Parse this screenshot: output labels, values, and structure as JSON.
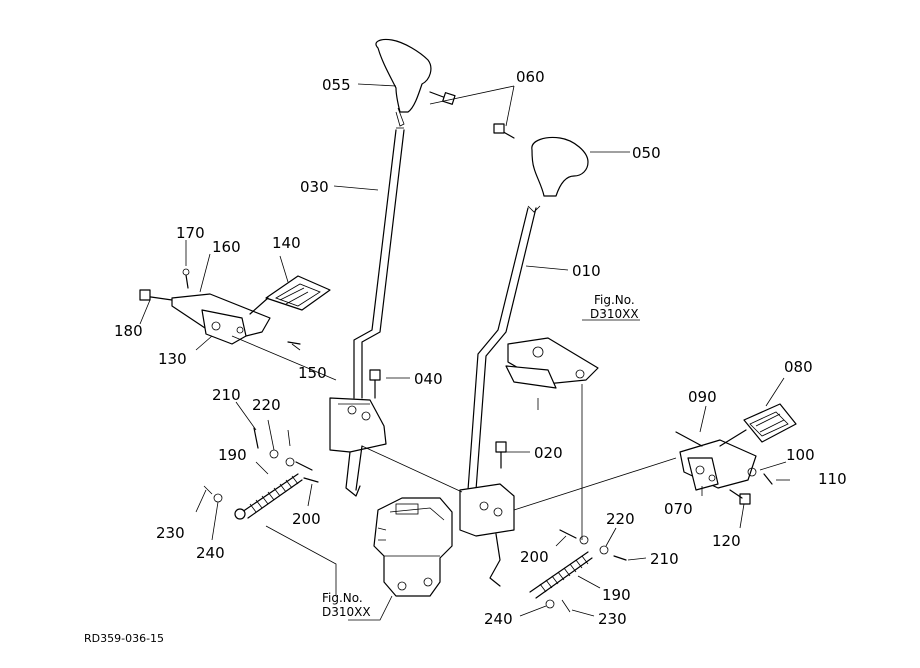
{
  "callouts": [
    "055",
    "060",
    "050",
    "030",
    "010",
    "170",
    "160",
    "140",
    "180",
    "130",
    "150",
    "040",
    "020",
    "210",
    "220",
    "190",
    "200",
    "230",
    "240",
    "080",
    "090",
    "100",
    "110",
    "070",
    "120",
    "220",
    "200",
    "210",
    "240",
    "230",
    "190"
  ],
  "figrefs": [
    {
      "line1": "Fig.No.",
      "line2": "D310XX"
    },
    {
      "line1": "Fig.No.",
      "line2": "D310XX"
    }
  ],
  "drawing_code": "RD359-036-15"
}
